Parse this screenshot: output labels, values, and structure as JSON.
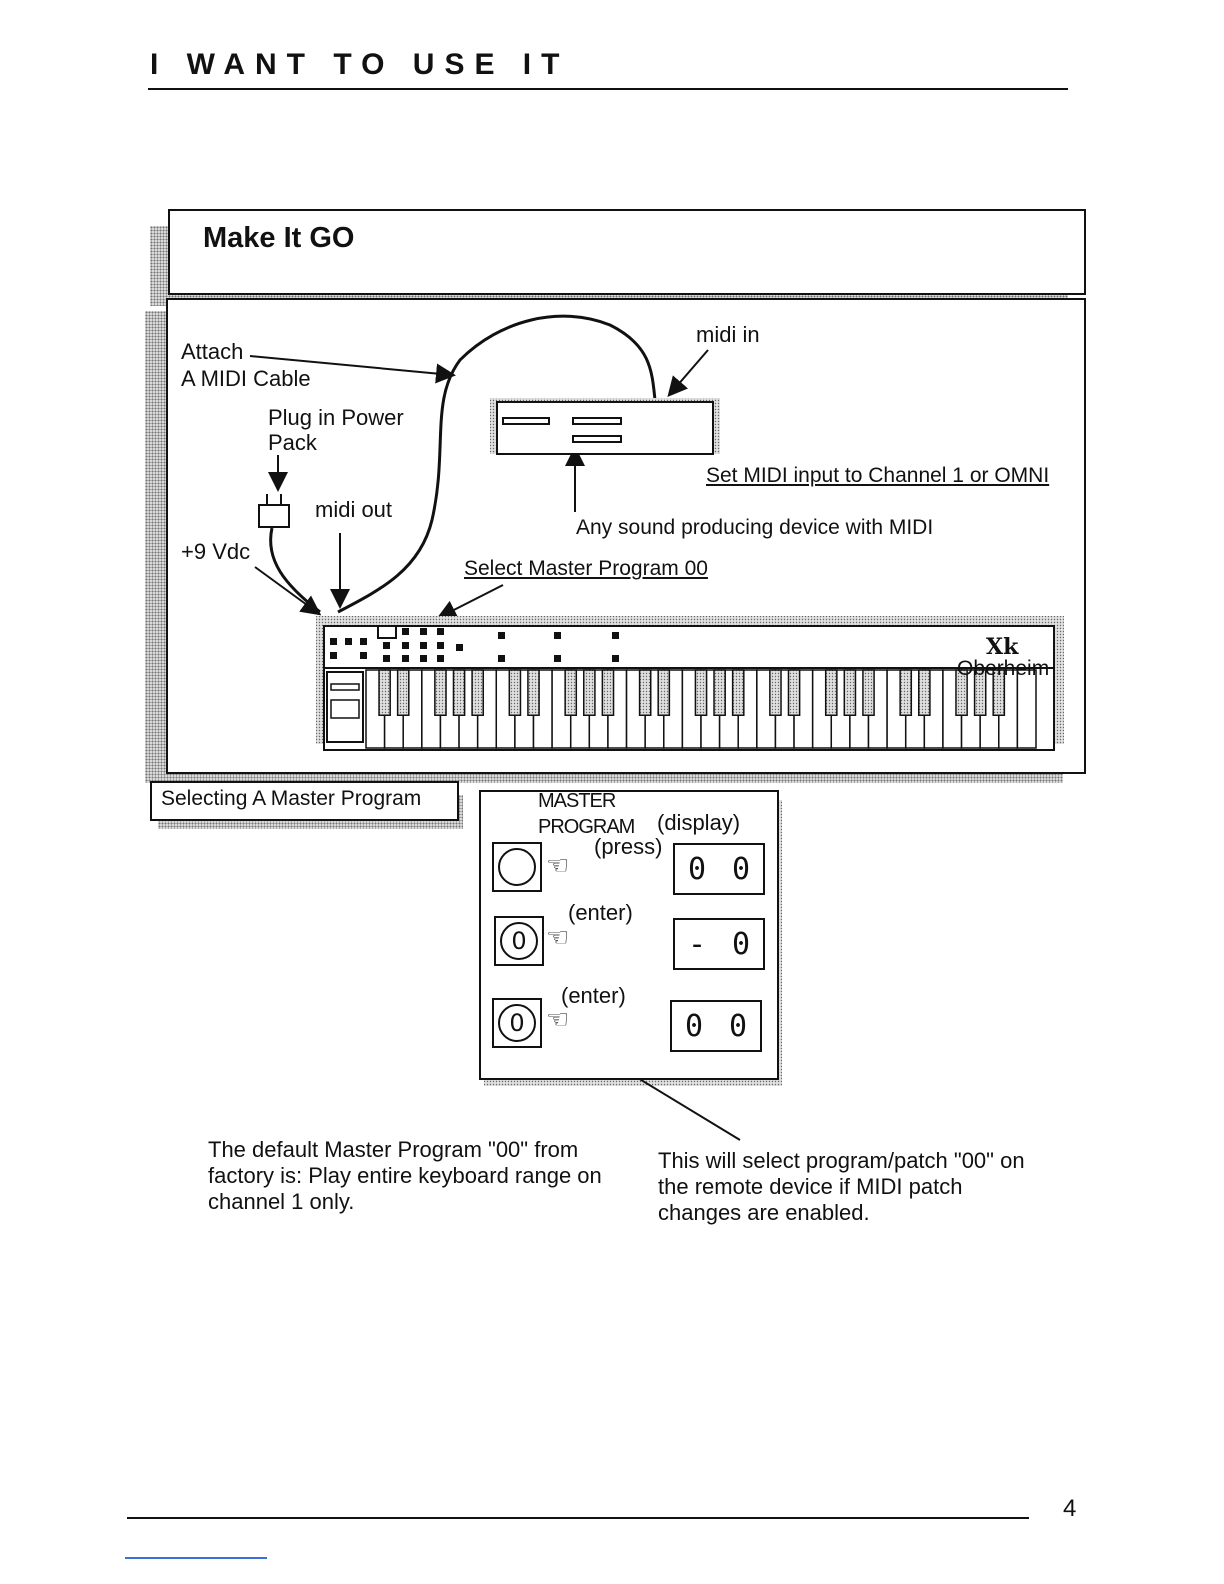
{
  "header": {
    "title": "I WANT TO USE IT"
  },
  "section": {
    "title": "Make It GO"
  },
  "diagram": {
    "attach_line1": "Attach",
    "attach_line2": "A MIDI Cable",
    "plug_line1": "Plug in Power",
    "plug_line2": "Pack",
    "midi_out": "midi out",
    "vdc": "+9 Vdc",
    "midi_in": "midi in",
    "set_midi": "Set MIDI input to Channel 1 or OMNI",
    "sound_device": "Any sound producing device with MIDI",
    "select_master": "Select Master Program 00",
    "brand_logo": "Xk",
    "brand_name": "Oberheim"
  },
  "panel": {
    "tab_label": "Selecting A Master Program",
    "master_line1": "MASTER",
    "master_line2": "PROGRAM",
    "display_label": "(display)",
    "steps": [
      {
        "action": "(press)",
        "display": [
          "0",
          "0"
        ]
      },
      {
        "action": "(enter)",
        "display": [
          "-",
          "0"
        ]
      },
      {
        "action": "(enter)",
        "display": [
          "0",
          "0"
        ]
      }
    ]
  },
  "notes": {
    "left": "The default Master Program \"00\" from factory is: Play entire keyboard range on channel 1 only.",
    "right": "This will select program/patch \"00\" on the remote device if MIDI patch changes are enabled."
  },
  "footer": {
    "page_number": "4"
  },
  "colors": {
    "ink": "#111111",
    "shadow": "#d9d9d9",
    "link_mark": "#3a6fd8"
  }
}
